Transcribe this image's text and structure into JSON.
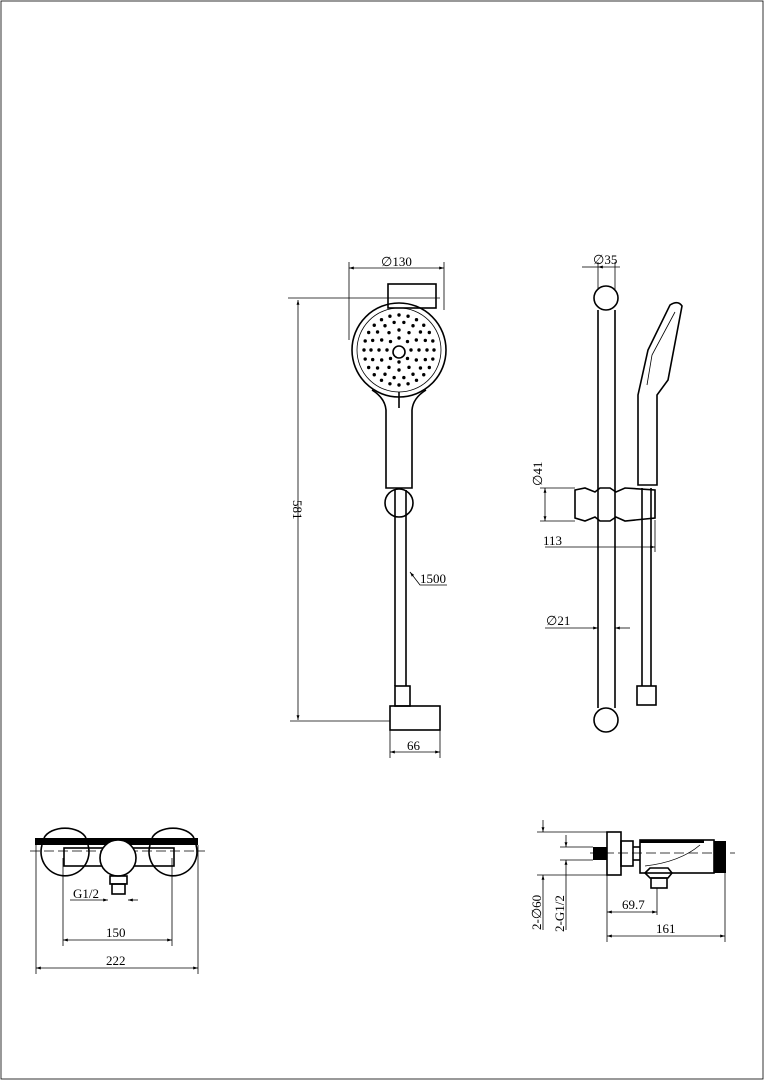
{
  "dimensions": {
    "head_diameter": "∅130",
    "rail_diameter": "∅35",
    "total_height": "581",
    "hose_length": "1500",
    "slider_diameter": "∅41",
    "slider_projection": "113",
    "rail_inner_diameter": "∅21",
    "bottom_connector_width": "66",
    "mixer_outlet_thread": "G1/2",
    "mixer_centers": "150",
    "mixer_width": "222",
    "flange_diameter": "2-∅60",
    "inlet_thread": "2-G1/2",
    "outlet_offset": "69.7",
    "mixer_depth": "161"
  }
}
